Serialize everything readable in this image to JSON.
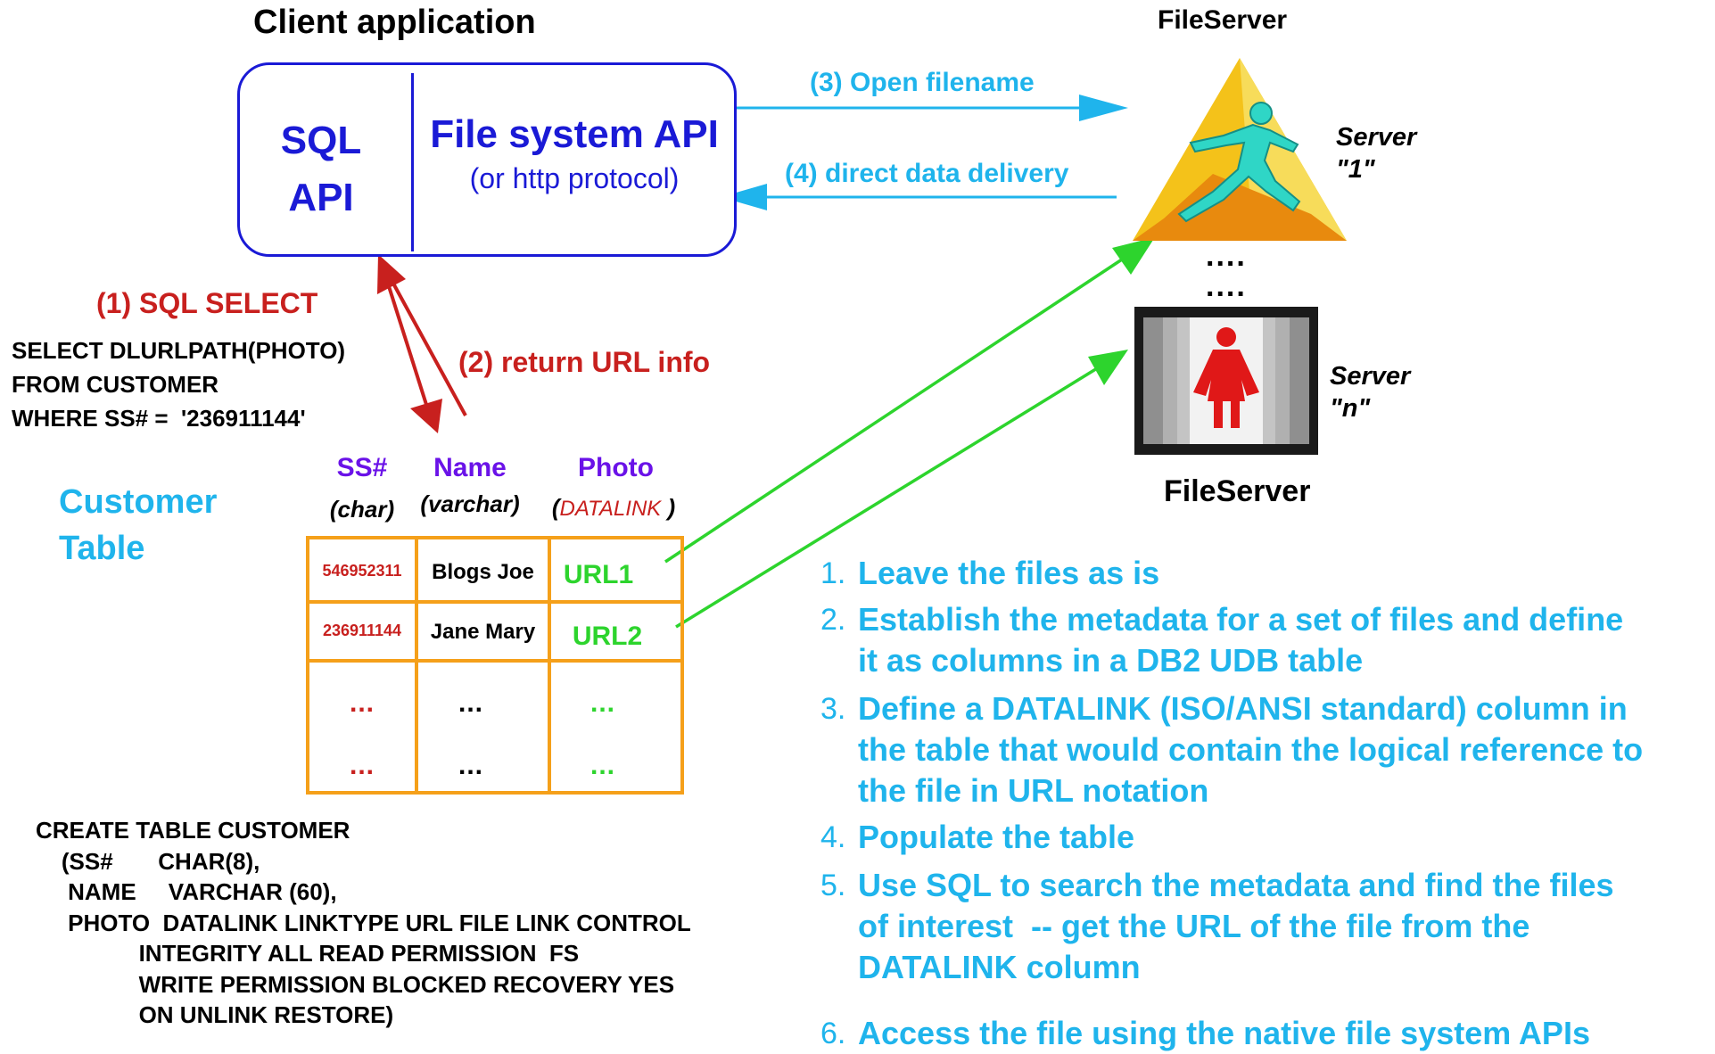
{
  "client": {
    "title": "Client application",
    "sql_api": "SQL API",
    "fs_api": "File system API",
    "fs_api_sub": "(or http protocol)"
  },
  "servers": {
    "top_title": "FileServer",
    "bottom_title": "FileServer",
    "server1": [
      "Server",
      "\"1\""
    ],
    "servern": [
      "Server",
      "\"n\""
    ],
    "ellipsis": [
      "....",
      "...."
    ]
  },
  "flows": {
    "open": "(3) Open filename",
    "deliver": "(4) direct data delivery",
    "select": "(1) SQL SELECT",
    "return": "(2) return URL info"
  },
  "query": [
    "SELECT DLURLPATH(PHOTO)",
    "FROM CUSTOMER",
    "WHERE SS# =  '236911144'"
  ],
  "customer_table": {
    "label": [
      "Customer",
      "Table"
    ],
    "columns": [
      {
        "name": "SS#",
        "type_open": "(char)",
        "type_mid": "",
        "type_close": ""
      },
      {
        "name": "Name",
        "type_open": "(varchar)",
        "type_mid": "",
        "type_close": ""
      },
      {
        "name": "Photo",
        "type_open": "(",
        "type_mid": "DATALINK",
        "type_close": " )"
      }
    ],
    "rows": [
      {
        "ss": "546952311",
        "name": "Blogs Joe",
        "photo": "URL1"
      },
      {
        "ss": "236911144",
        "name": "Jane Mary",
        "photo": "URL2"
      },
      {
        "ss": "...",
        "name": "...",
        "photo": "..."
      },
      {
        "ss": "...",
        "name": "...",
        "photo": "..."
      }
    ]
  },
  "create_table": [
    "CREATE TABLE CUSTOMER",
    "    (SS#       CHAR(8),",
    "     NAME     VARCHAR (60),",
    "     PHOTO  DATALINK LINKTYPE URL FILE LINK CONTROL",
    "                INTEGRITY ALL READ PERMISSION  FS",
    "                WRITE PERMISSION BLOCKED RECOVERY YES",
    "                ON UNLINK RESTORE)"
  ],
  "steps": [
    {
      "num": "1.",
      "lines": [
        "Leave the files as is"
      ]
    },
    {
      "num": "2.",
      "lines": [
        "Establish the metadata for a set of files and define",
        "it as columns in a DB2 UDB table"
      ]
    },
    {
      "num": "3.",
      "lines": [
        "Define a DATALINK (ISO/ANSI standard) column in",
        "the table that would contain the logical reference to",
        "the file in URL notation"
      ]
    },
    {
      "num": "4.",
      "lines": [
        "Populate the table"
      ]
    },
    {
      "num": "5.",
      "lines": [
        "Use SQL to search the metadata and find the files",
        "of interest  -- get the URL of the file from the",
        "DATALINK column"
      ]
    },
    {
      "num": "6.",
      "lines": [
        "Access the file using the native file system APIs"
      ]
    }
  ],
  "colors": {
    "client_blue": "#1a1ad6",
    "cyan": "#1fb4ec",
    "red": "#c8201e",
    "green": "#2dd42d",
    "orange": "#f5a01a",
    "purple": "#6a12e8"
  },
  "icons": {
    "server1": "runner-pyramid-icon",
    "servern": "woman-figure-box-icon"
  }
}
